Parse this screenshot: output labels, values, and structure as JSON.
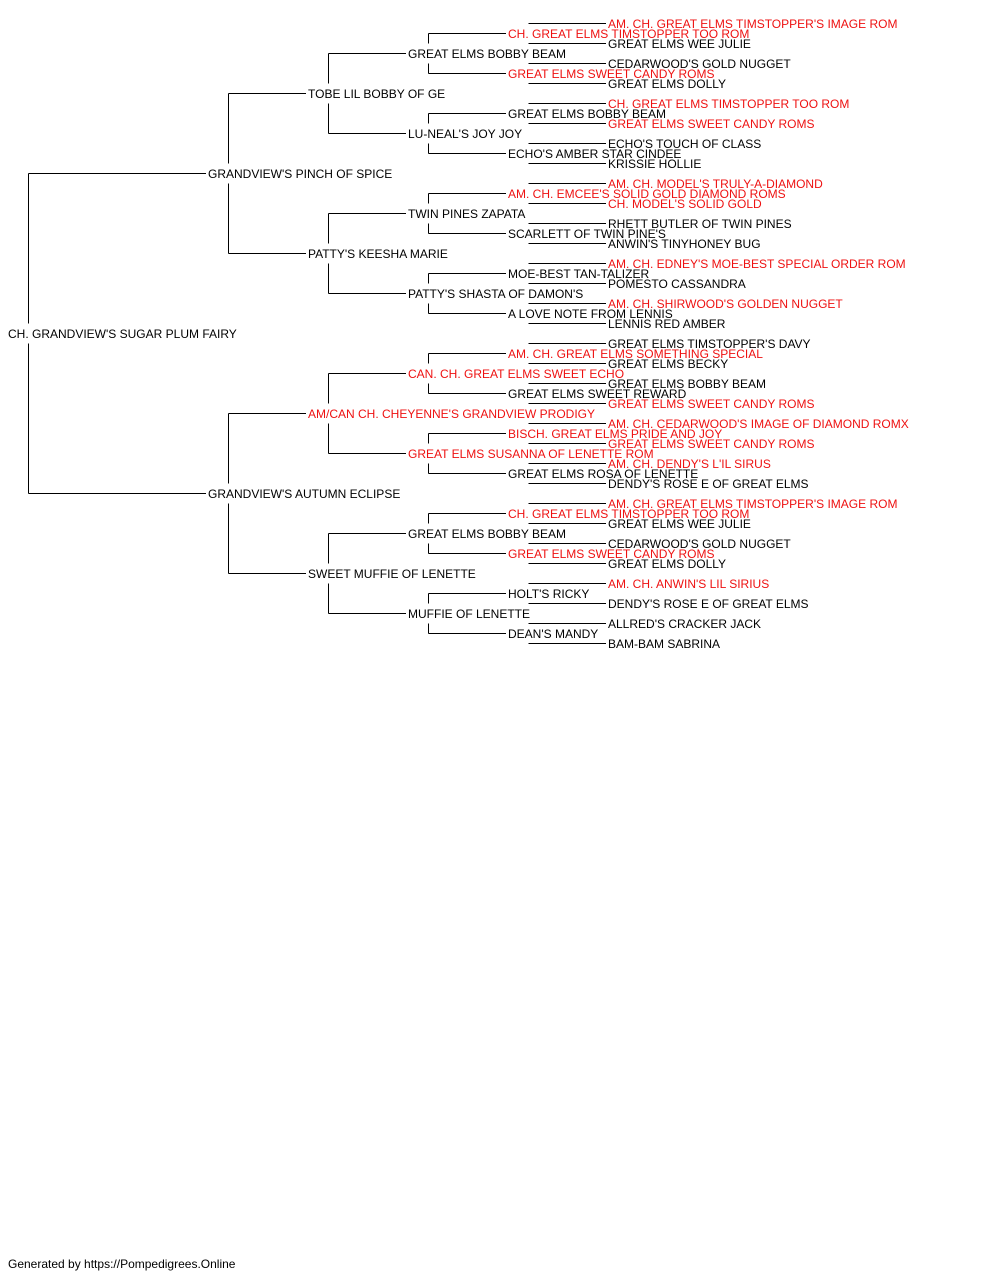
{
  "title_colors": {
    "champion": "#ee1111",
    "normal": "#000000",
    "line": "#000000"
  },
  "pedigree": {
    "name": "CH. GRANDVIEW'S SUGAR PLUM FAIRY",
    "red": false,
    "sire": {
      "name": "GRANDVIEW'S PINCH OF SPICE",
      "red": false,
      "sire": {
        "name": "TOBE LIL BOBBY OF GE",
        "red": false,
        "sire": {
          "name": "GREAT ELMS BOBBY BEAM",
          "red": false,
          "sire": {
            "name": "CH. GREAT ELMS TIMSTOPPER TOO ROM",
            "red": true,
            "sire": {
              "name": "AM. CH. GREAT ELMS TIMSTOPPER'S IMAGE ROM",
              "red": true
            },
            "dam": {
              "name": "GREAT ELMS WEE JULIE",
              "red": false
            }
          },
          "dam": {
            "name": "GREAT ELMS SWEET CANDY ROMS",
            "red": true,
            "sire": {
              "name": "CEDARWOOD'S GOLD NUGGET",
              "red": false
            },
            "dam": {
              "name": "GREAT ELMS DOLLY",
              "red": false
            }
          }
        },
        "dam": {
          "name": "LU-NEAL'S JOY JOY",
          "red": false,
          "sire": {
            "name": "GREAT ELMS BOBBY BEAM",
            "red": false,
            "sire": {
              "name": "CH. GREAT ELMS TIMSTOPPER TOO ROM",
              "red": true
            },
            "dam": {
              "name": "GREAT ELMS SWEET CANDY ROMS",
              "red": true
            }
          },
          "dam": {
            "name": "ECHO'S AMBER STAR CINDEE",
            "red": false,
            "sire": {
              "name": "ECHO'S TOUCH OF CLASS",
              "red": false
            },
            "dam": {
              "name": "KRISSIE HOLLIE",
              "red": false
            }
          }
        }
      },
      "dam": {
        "name": "PATTY'S KEESHA MARIE",
        "red": false,
        "sire": {
          "name": "TWIN PINES ZAPATA",
          "red": false,
          "sire": {
            "name": "AM. CH. EMCEE'S SOLID GOLD DIAMOND ROMS",
            "red": true,
            "sire": {
              "name": "AM. CH. MODEL'S TRULY-A-DIAMOND",
              "red": true
            },
            "dam": {
              "name": "CH. MODEL'S SOLID GOLD",
              "red": true
            }
          },
          "dam": {
            "name": "SCARLETT OF TWIN PINE'S",
            "red": false,
            "sire": {
              "name": "RHETT BUTLER OF TWIN PINES",
              "red": false
            },
            "dam": {
              "name": "ANWIN'S TINYHONEY BUG",
              "red": false
            }
          }
        },
        "dam": {
          "name": "PATTY'S SHASTA OF DAMON'S",
          "red": false,
          "sire": {
            "name": "MOE-BEST TAN-TALIZER",
            "red": false,
            "sire": {
              "name": "AM. CH. EDNEY'S MOE-BEST SPECIAL ORDER ROM",
              "red": true
            },
            "dam": {
              "name": "POMESTO CASSANDRA",
              "red": false
            }
          },
          "dam": {
            "name": "A LOVE NOTE FROM LENNIS",
            "red": false,
            "sire": {
              "name": "AM. CH. SHIRWOOD'S GOLDEN NUGGET",
              "red": true
            },
            "dam": {
              "name": "LENNIS RED AMBER",
              "red": false
            }
          }
        }
      }
    },
    "dam": {
      "name": "GRANDVIEW'S AUTUMN ECLIPSE",
      "red": false,
      "sire": {
        "name": "AM/CAN CH. CHEYENNE'S GRANDVIEW PRODIGY",
        "red": true,
        "sire": {
          "name": "CAN. CH. GREAT ELMS SWEET ECHO",
          "red": true,
          "sire": {
            "name": "AM. CH. GREAT ELMS SOMETHING SPECIAL",
            "red": true,
            "sire": {
              "name": "GREAT ELMS TIMSTOPPER'S DAVY",
              "red": false
            },
            "dam": {
              "name": "GREAT ELMS BECKY",
              "red": false
            }
          },
          "dam": {
            "name": "GREAT ELMS SWEET REWARD",
            "red": false,
            "sire": {
              "name": "GREAT ELMS BOBBY BEAM",
              "red": false
            },
            "dam": {
              "name": "GREAT ELMS SWEET CANDY ROMS",
              "red": true
            }
          }
        },
        "dam": {
          "name": "GREAT ELMS SUSANNA OF LENETTE ROM",
          "red": true,
          "sire": {
            "name": "BISCH. GREAT ELMS PRIDE AND JOY",
            "red": true,
            "sire": {
              "name": "AM. CH. CEDARWOOD'S IMAGE OF DIAMOND ROMX",
              "red": true
            },
            "dam": {
              "name": "GREAT ELMS SWEET CANDY ROMS",
              "red": true
            }
          },
          "dam": {
            "name": "GREAT ELMS ROSA OF LENETTE",
            "red": false,
            "sire": {
              "name": "AM. CH. DENDY'S L'IL SIRUS",
              "red": true
            },
            "dam": {
              "name": "DENDY'S ROSE E OF GREAT ELMS",
              "red": false
            }
          }
        }
      },
      "dam": {
        "name": "SWEET MUFFIE OF LENETTE",
        "red": false,
        "sire": {
          "name": "GREAT ELMS BOBBY BEAM",
          "red": false,
          "sire": {
            "name": "CH. GREAT ELMS TIMSTOPPER TOO ROM",
            "red": true,
            "sire": {
              "name": "AM. CH. GREAT ELMS TIMSTOPPER'S IMAGE ROM",
              "red": true
            },
            "dam": {
              "name": "GREAT ELMS WEE JULIE",
              "red": false
            }
          },
          "dam": {
            "name": "GREAT ELMS SWEET CANDY ROMS",
            "red": true,
            "sire": {
              "name": "CEDARWOOD'S GOLD NUGGET",
              "red": false
            },
            "dam": {
              "name": "GREAT ELMS DOLLY",
              "red": false
            }
          }
        },
        "dam": {
          "name": "MUFFIE OF LENETTE",
          "red": false,
          "sire": {
            "name": "HOLT'S RICKY",
            "red": false,
            "sire": {
              "name": "AM. CH. ANWIN'S LIL SIRIUS",
              "red": true
            },
            "dam": {
              "name": "DENDY'S ROSE E OF GREAT ELMS",
              "red": false
            }
          },
          "dam": {
            "name": "DEAN'S MANDY",
            "red": false,
            "sire": {
              "name": "ALLRED'S CRACKER JACK",
              "red": false
            },
            "dam": {
              "name": "BAM-BAM SABRINA",
              "red": false
            }
          }
        }
      }
    }
  },
  "footer": "Generated by https://Pompedigrees.Online"
}
